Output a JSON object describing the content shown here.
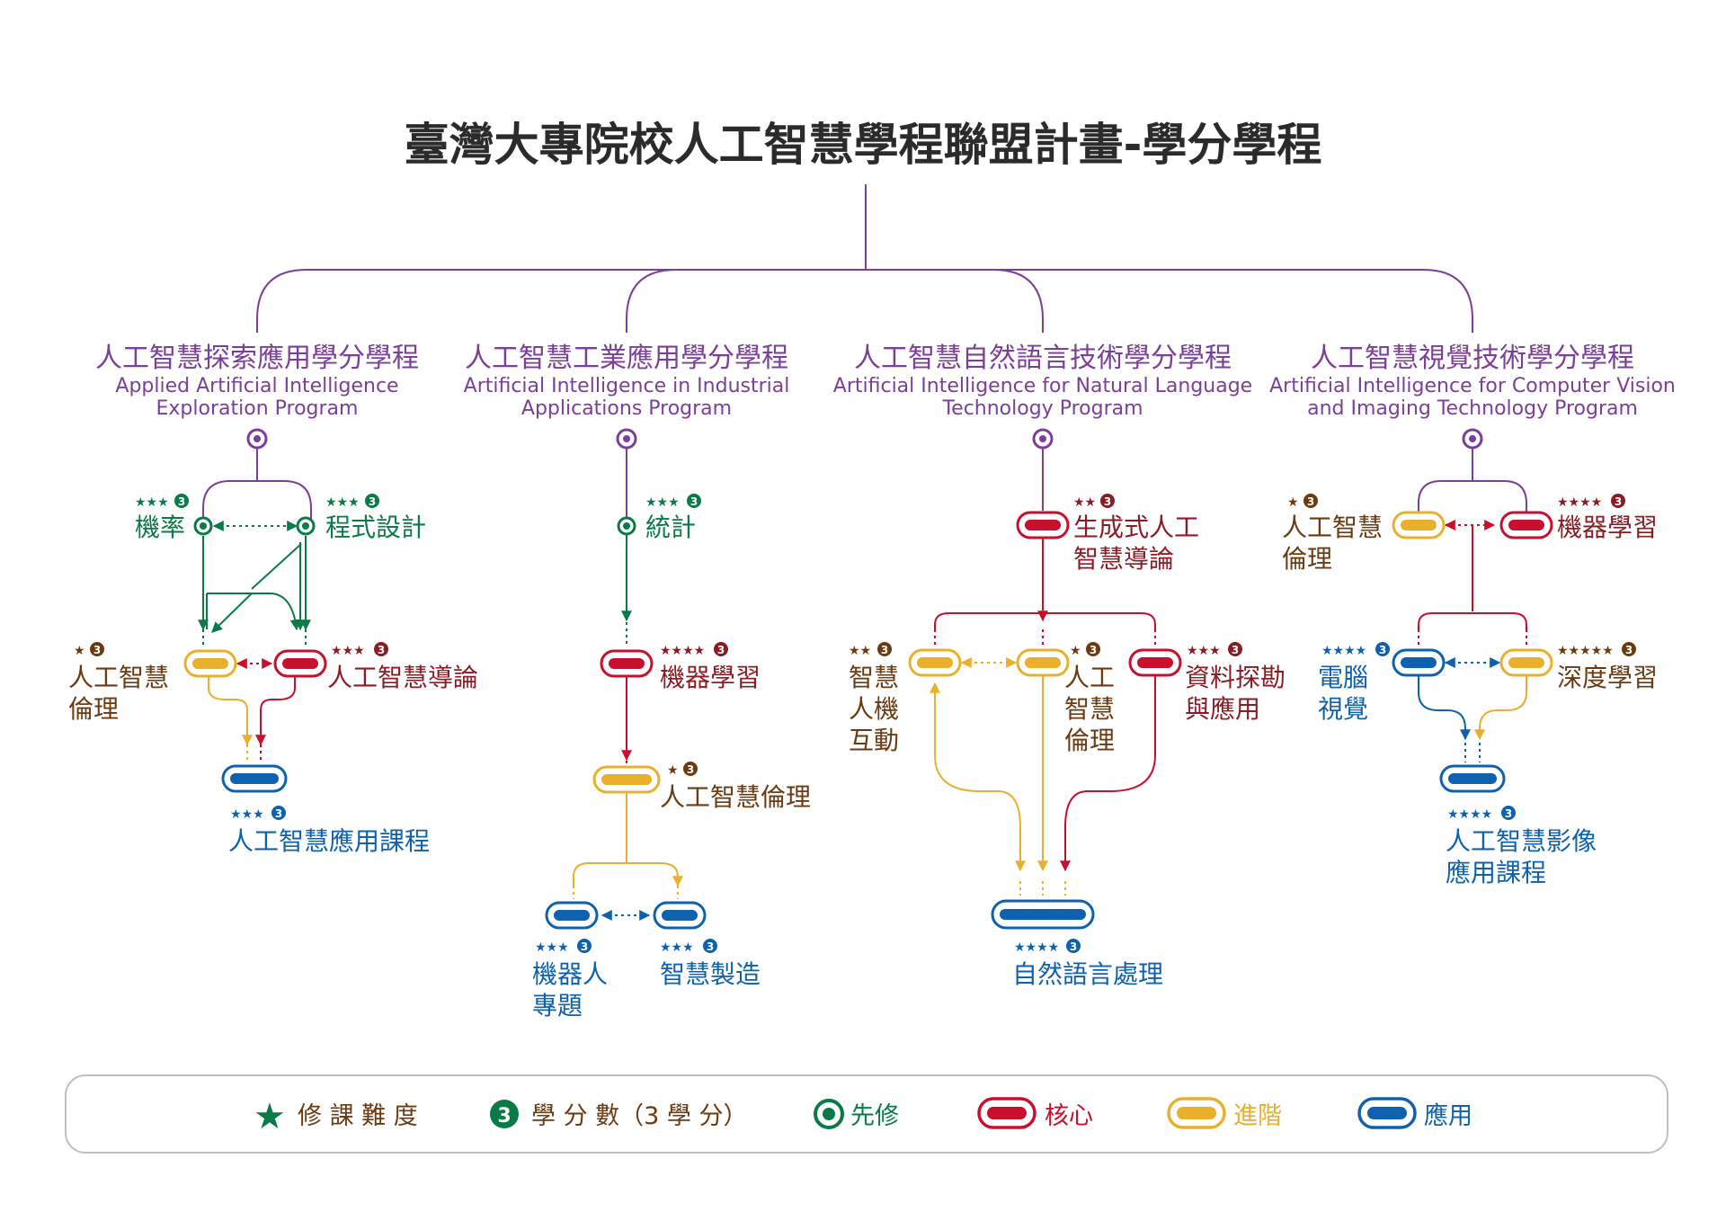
{
  "title": "臺灣大專院校人工智慧學程聯盟計畫-學分學程",
  "colors": {
    "purple": "#7b3f98",
    "green": "#0a7a46",
    "red": "#c8102e",
    "brown": "#8a1c24",
    "orange": "#6b3a10",
    "yellow": "#e9b02e",
    "blue": "#0e62ad",
    "prereq": "#0a7a46",
    "legend_border": "#bfbfbf"
  },
  "programs": [
    {
      "zh": "人工智慧探索應用學分學程",
      "en1": "Applied Artificial Intelligence",
      "en2": "Exploration Program"
    },
    {
      "zh": "人工智慧工業應用學分學程",
      "en1": "Artificial Intelligence in Industrial",
      "en2": "Applications Program"
    },
    {
      "zh": "人工智慧自然語言技術學分學程",
      "en1": "Artificial Intelligence for Natural Language",
      "en2": "Technology Program"
    },
    {
      "zh": "人工智慧視覺技術學分學程",
      "en1": "Artificial Intelligence for Computer Vision",
      "en2": "and Imaging Technology Program"
    }
  ],
  "courses": {
    "p1_prob": {
      "name": "機率",
      "stars": "★★★",
      "credits": "3",
      "type": "prereq"
    },
    "p1_prog": {
      "name": "程式設計",
      "stars": "★★★",
      "credits": "3",
      "type": "prereq"
    },
    "p1_ethics": {
      "name1": "人工智慧",
      "name2": "倫理",
      "stars": "★",
      "credits": "3",
      "type": "advanced"
    },
    "p1_intro": {
      "name": "人工智慧導論",
      "stars": "★★★",
      "credits": "3",
      "type": "core"
    },
    "p1_app": {
      "name": "人工智慧應用課程",
      "stars": "★★★",
      "credits": "3",
      "type": "application"
    },
    "p2_stat": {
      "name": "統計",
      "stars": "★★★",
      "credits": "3",
      "type": "prereq"
    },
    "p2_ml": {
      "name": "機器學習",
      "stars": "★★★★",
      "credits": "3",
      "type": "core"
    },
    "p2_ethics": {
      "name": "人工智慧倫理",
      "stars": "★",
      "credits": "3",
      "type": "advanced"
    },
    "p2_robot": {
      "name1": "機器人",
      "name2": "專題",
      "stars": "★★★",
      "credits": "3",
      "type": "application"
    },
    "p2_mfg": {
      "name": "智慧製造",
      "stars": "★★★",
      "credits": "3",
      "type": "application"
    },
    "p3_genai": {
      "name1": "生成式人工",
      "name2": "智慧導論",
      "stars": "★★",
      "credits": "3",
      "type": "core"
    },
    "p3_hci": {
      "name1": "智慧",
      "name2": "人機",
      "name3": "互動",
      "stars": "★★",
      "credits": "3",
      "type": "advanced"
    },
    "p3_ethics": {
      "name1": "人工",
      "name2": "智慧",
      "name3": "倫理",
      "stars": "★",
      "credits": "3",
      "type": "advanced"
    },
    "p3_mining": {
      "name1": "資料探勘",
      "name2": "與應用",
      "stars": "★★★",
      "credits": "3",
      "type": "core"
    },
    "p3_nlp": {
      "name": "自然語言處理",
      "stars": "★★★★",
      "credits": "3",
      "type": "application"
    },
    "p4_ethics": {
      "name1": "人工智慧",
      "name2": "倫理",
      "stars": "★",
      "credits": "3",
      "type": "advanced"
    },
    "p4_ml": {
      "name": "機器學習",
      "stars": "★★★★",
      "credits": "3",
      "type": "core"
    },
    "p4_cv": {
      "name1": "電腦",
      "name2": "視覺",
      "stars": "★★★★",
      "credits": "3",
      "type": "application"
    },
    "p4_dl": {
      "name": "深度學習",
      "stars": "★★★★★",
      "credits": "3",
      "type": "advanced"
    },
    "p4_img": {
      "name1": "人工智慧影像",
      "name2": "應用課程",
      "stars": "★★★★",
      "credits": "3",
      "type": "application"
    }
  },
  "legend": {
    "difficulty_icon": "★",
    "difficulty": "修 課 難 度",
    "credits_icon": "3",
    "credits": "學 分 數（3 學 分）",
    "prereq": "先修",
    "core": "核心",
    "advanced": "進階",
    "application": "應用"
  }
}
